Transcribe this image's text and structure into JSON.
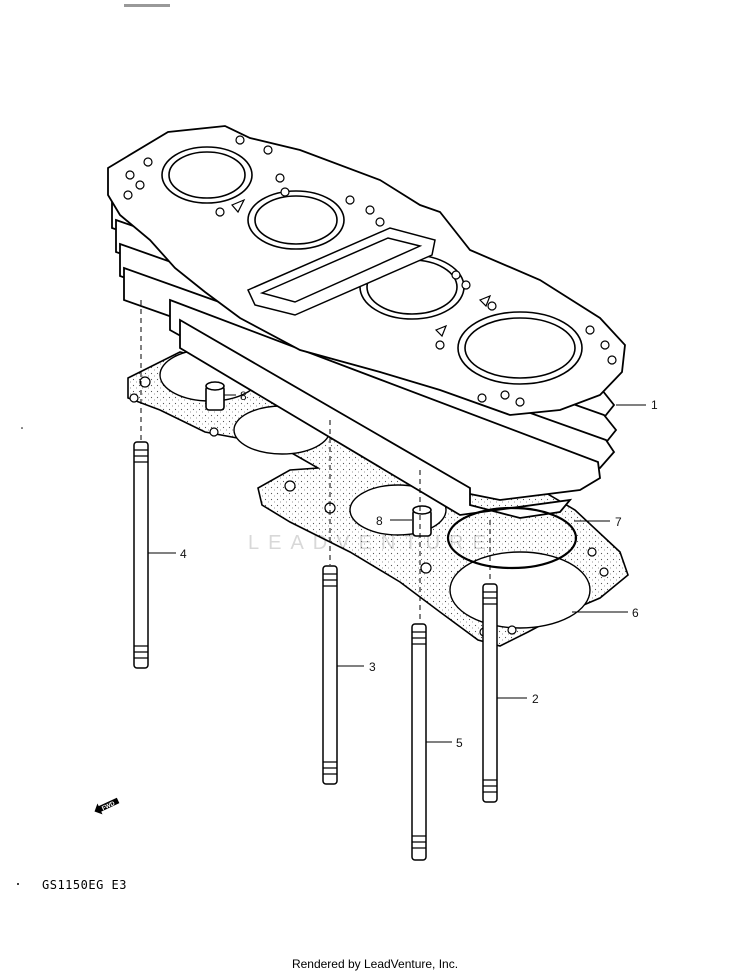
{
  "watermark": "LEADVENTURE",
  "model_code": "GS1150EG E3",
  "footer": "Rendered by LeadVenture, Inc.",
  "fwd_label": "FWD",
  "callouts": [
    {
      "label": "1"
    },
    {
      "label": "2"
    },
    {
      "label": "3"
    },
    {
      "label": "4"
    },
    {
      "label": "5"
    },
    {
      "label": "6"
    },
    {
      "label": "7"
    },
    {
      "label": "8"
    },
    {
      "label": "8"
    }
  ]
}
